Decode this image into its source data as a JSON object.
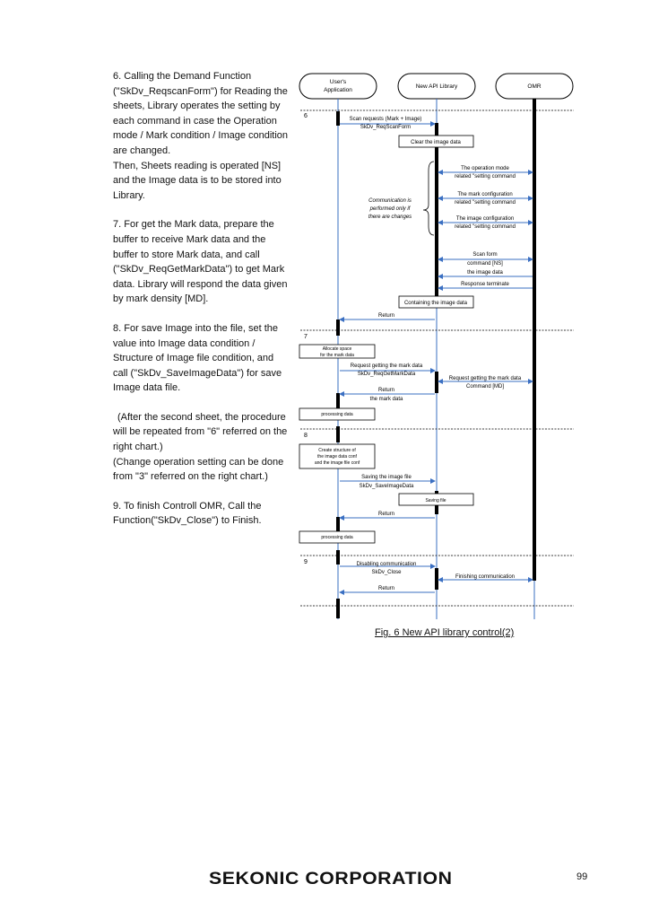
{
  "left_text": {
    "p1": [
      "6. Calling the Demand Function",
      "(\"SkDv_ReqscanForm\") for Reading the",
      "sheets, Library operates the setting by",
      "each command in case the Operation",
      "mode / Mark condition / Image condition",
      "are changed.",
      "Then, Sheets reading is operated [NS]",
      "and the Image data is to be stored into",
      "Library."
    ],
    "p2": [
      "7. For get the Mark data, prepare the",
      "buffer to receive Mark data and the",
      "buffer to store Mark data, and call",
      "(\"SkDv_ReqGetMarkData\") to get Mark",
      "data. Library will respond the data given",
      "by mark density [MD]."
    ],
    "p3": [
      "8. For save Image into the file, set the",
      "value into Image data condition /",
      "Structure of Image file condition, and",
      "call (\"SkDv_SaveImageData\") for save",
      "Image data file."
    ],
    "p4": [
      "(After the second sheet, the procedure",
      "will be repeated from \"6\" referred on the",
      "right chart.)",
      "(Change operation setting can be done",
      "from \"3\" referred on the right chart.)"
    ],
    "p5": [
      "9. To finish Controll OMR, Call the",
      "Function(\"SkDv_Close\") to Finish."
    ]
  },
  "diagram": {
    "actors": [
      "User's Application",
      "New API Library",
      "OMR"
    ],
    "sections": [
      "6",
      "7",
      "8",
      "9"
    ],
    "messages": {
      "scan_requests": "Scan requests (Mark + Image)",
      "skdv_reqscanform": "SkDv_ReqScanForm",
      "clear_image": "Clear the image data",
      "opmode_1": "The operation mode",
      "opmode_2": "related \"setting command",
      "markcfg_1": "The mark configuration",
      "markcfg_2": "related \"setting command",
      "imgcfg_1": "The image configuration",
      "imgcfg_2": "related \"setting command",
      "comm_note_1": "Communication is",
      "comm_note_2": "performed only if",
      "comm_note_3": "there are changes",
      "scanform_1": "Scan form",
      "scanform_2": "command [NS]",
      "scanform_3": "the image data",
      "response_terminate": "Response terminate",
      "containing_image": "Containing the image data",
      "return_1": "Return",
      "allocate_1": "Allocate space",
      "allocate_2": "for the mark data",
      "req_mark_1": "Request getting the mark data",
      "req_mark_2": "SkDv_ReqGetMarkData",
      "req_mark_omr_1": "Request getting the mark data",
      "req_mark_omr_2": "Command [MD]",
      "return_mark_1": "Return",
      "return_mark_2": "the mark data",
      "processing_1": "processing data",
      "create_1": "Create structure of",
      "create_2": "the image data conf",
      "create_3": "and the image file conf",
      "saving_1": "Saving the image file",
      "saving_2": "SkDv_SaveImageData",
      "saving_file": "Saving file",
      "return_3": "Return",
      "processing_2": "processing data",
      "disabling_1": "Disabling communication",
      "disabling_2": "SkDv_Close",
      "finishing": "Finishing communication",
      "return_4": "Return"
    }
  },
  "caption": "Fig. 6 New API library control(2)",
  "footer": {
    "brand": "SEKONIC CORPORATION",
    "page_number": "99"
  },
  "colors": {
    "arrow": "#3a6fc2",
    "line": "#000000"
  }
}
